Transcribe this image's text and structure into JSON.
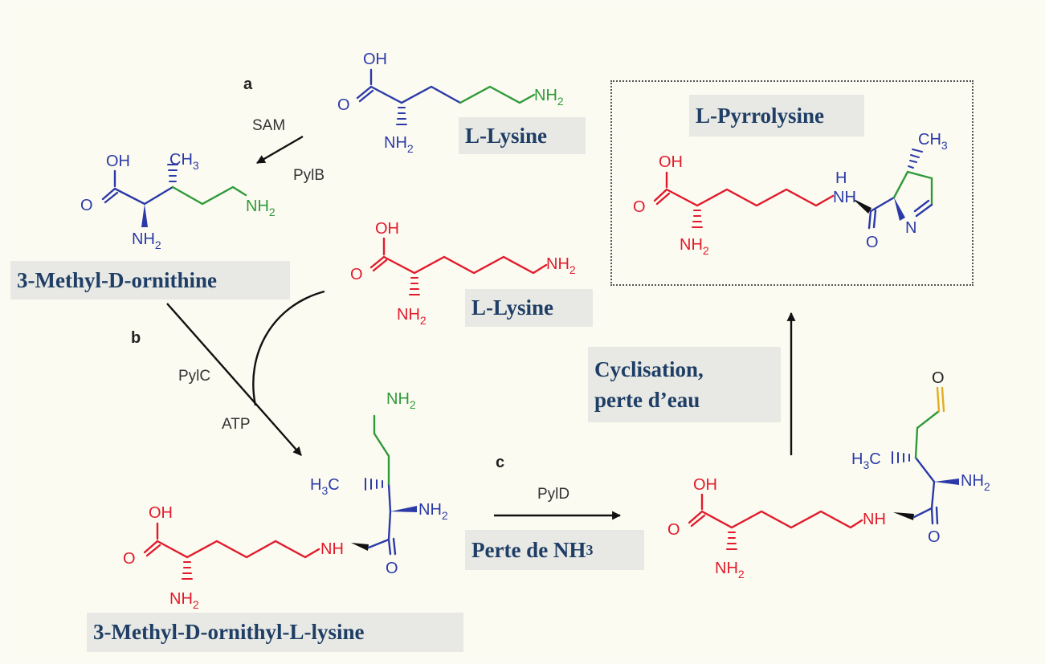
{
  "compounds": {
    "lysine_1": "L-Lysine",
    "lysine_2": "L-Lysine",
    "methylornithine": "3-Methyl-D-ornithine",
    "dipeptide": "3-Methyl-D-ornithyl-L-lysine",
    "pyrrolysine": "L-Pyrrolysine"
  },
  "steps": {
    "a": {
      "letter": "a",
      "reagent_top": "SAM",
      "enzyme": "PylB"
    },
    "b": {
      "letter": "b",
      "enzyme": "PylC",
      "reagent": "ATP"
    },
    "c": {
      "letter": "c",
      "enzyme": "PylD",
      "note": "Perte de  NH",
      "note_sub": "3"
    },
    "d": {
      "line1": "Cyclisation,",
      "line2": "perte d’eau"
    }
  },
  "atoms": {
    "oh": "OH",
    "o": "O",
    "nh2": "NH",
    "sub2": "2",
    "nh": "NH",
    "n": "N",
    "h": "H",
    "ch3": "CH",
    "sub3": "3",
    "h3c": "H"
  },
  "colors": {
    "blue": "#2b3aa8",
    "green": "#2f9a3a",
    "red": "#e11b2c",
    "label_text": "#1f3e66",
    "label_box": "#e8e9e4"
  }
}
